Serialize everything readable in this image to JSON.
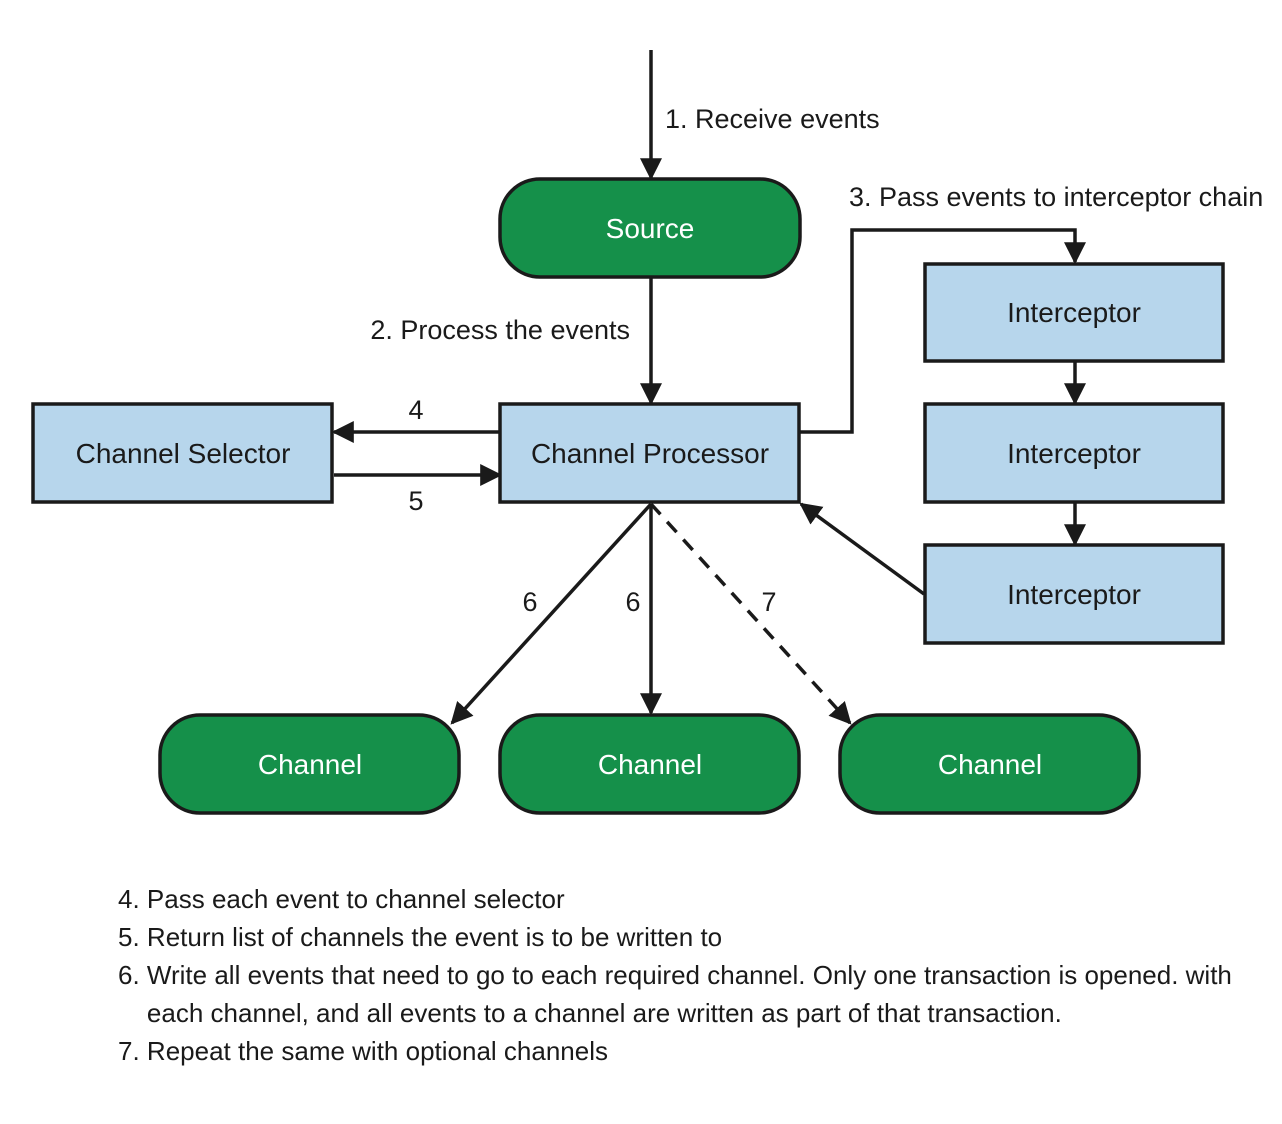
{
  "colors": {
    "green": "#15904a",
    "blue": "#b7d6ec",
    "stroke": "#1a1a1a"
  },
  "nodes": {
    "source": "Source",
    "channel_processor": "Channel Processor",
    "channel_selector": "Channel Selector",
    "interceptor_1": "Interceptor",
    "interceptor_2": "Interceptor",
    "interceptor_3": "Interceptor",
    "channel_1": "Channel",
    "channel_2": "Channel",
    "channel_3": "Channel"
  },
  "edge_labels": {
    "receive": "1. Receive events",
    "process": "2. Process the events",
    "pass_to_chain": "3. Pass events to interceptor chain",
    "to_selector": "4",
    "from_selector": "5",
    "channel_left": "6",
    "channel_middle": "6",
    "optional_channel": "7"
  },
  "notes": [
    {
      "number": "4. ",
      "text": "Pass each event to channel selector"
    },
    {
      "number": "5. ",
      "text": "Return list of channels the event is to be written to"
    },
    {
      "number": "6. ",
      "text": "Write all events that need to go to each required channel. Only one transaction is opened. with each channel, and all events to a channel are written as part of that transaction."
    },
    {
      "number": "7. ",
      "text": "Repeat the same with optional channels"
    }
  ]
}
